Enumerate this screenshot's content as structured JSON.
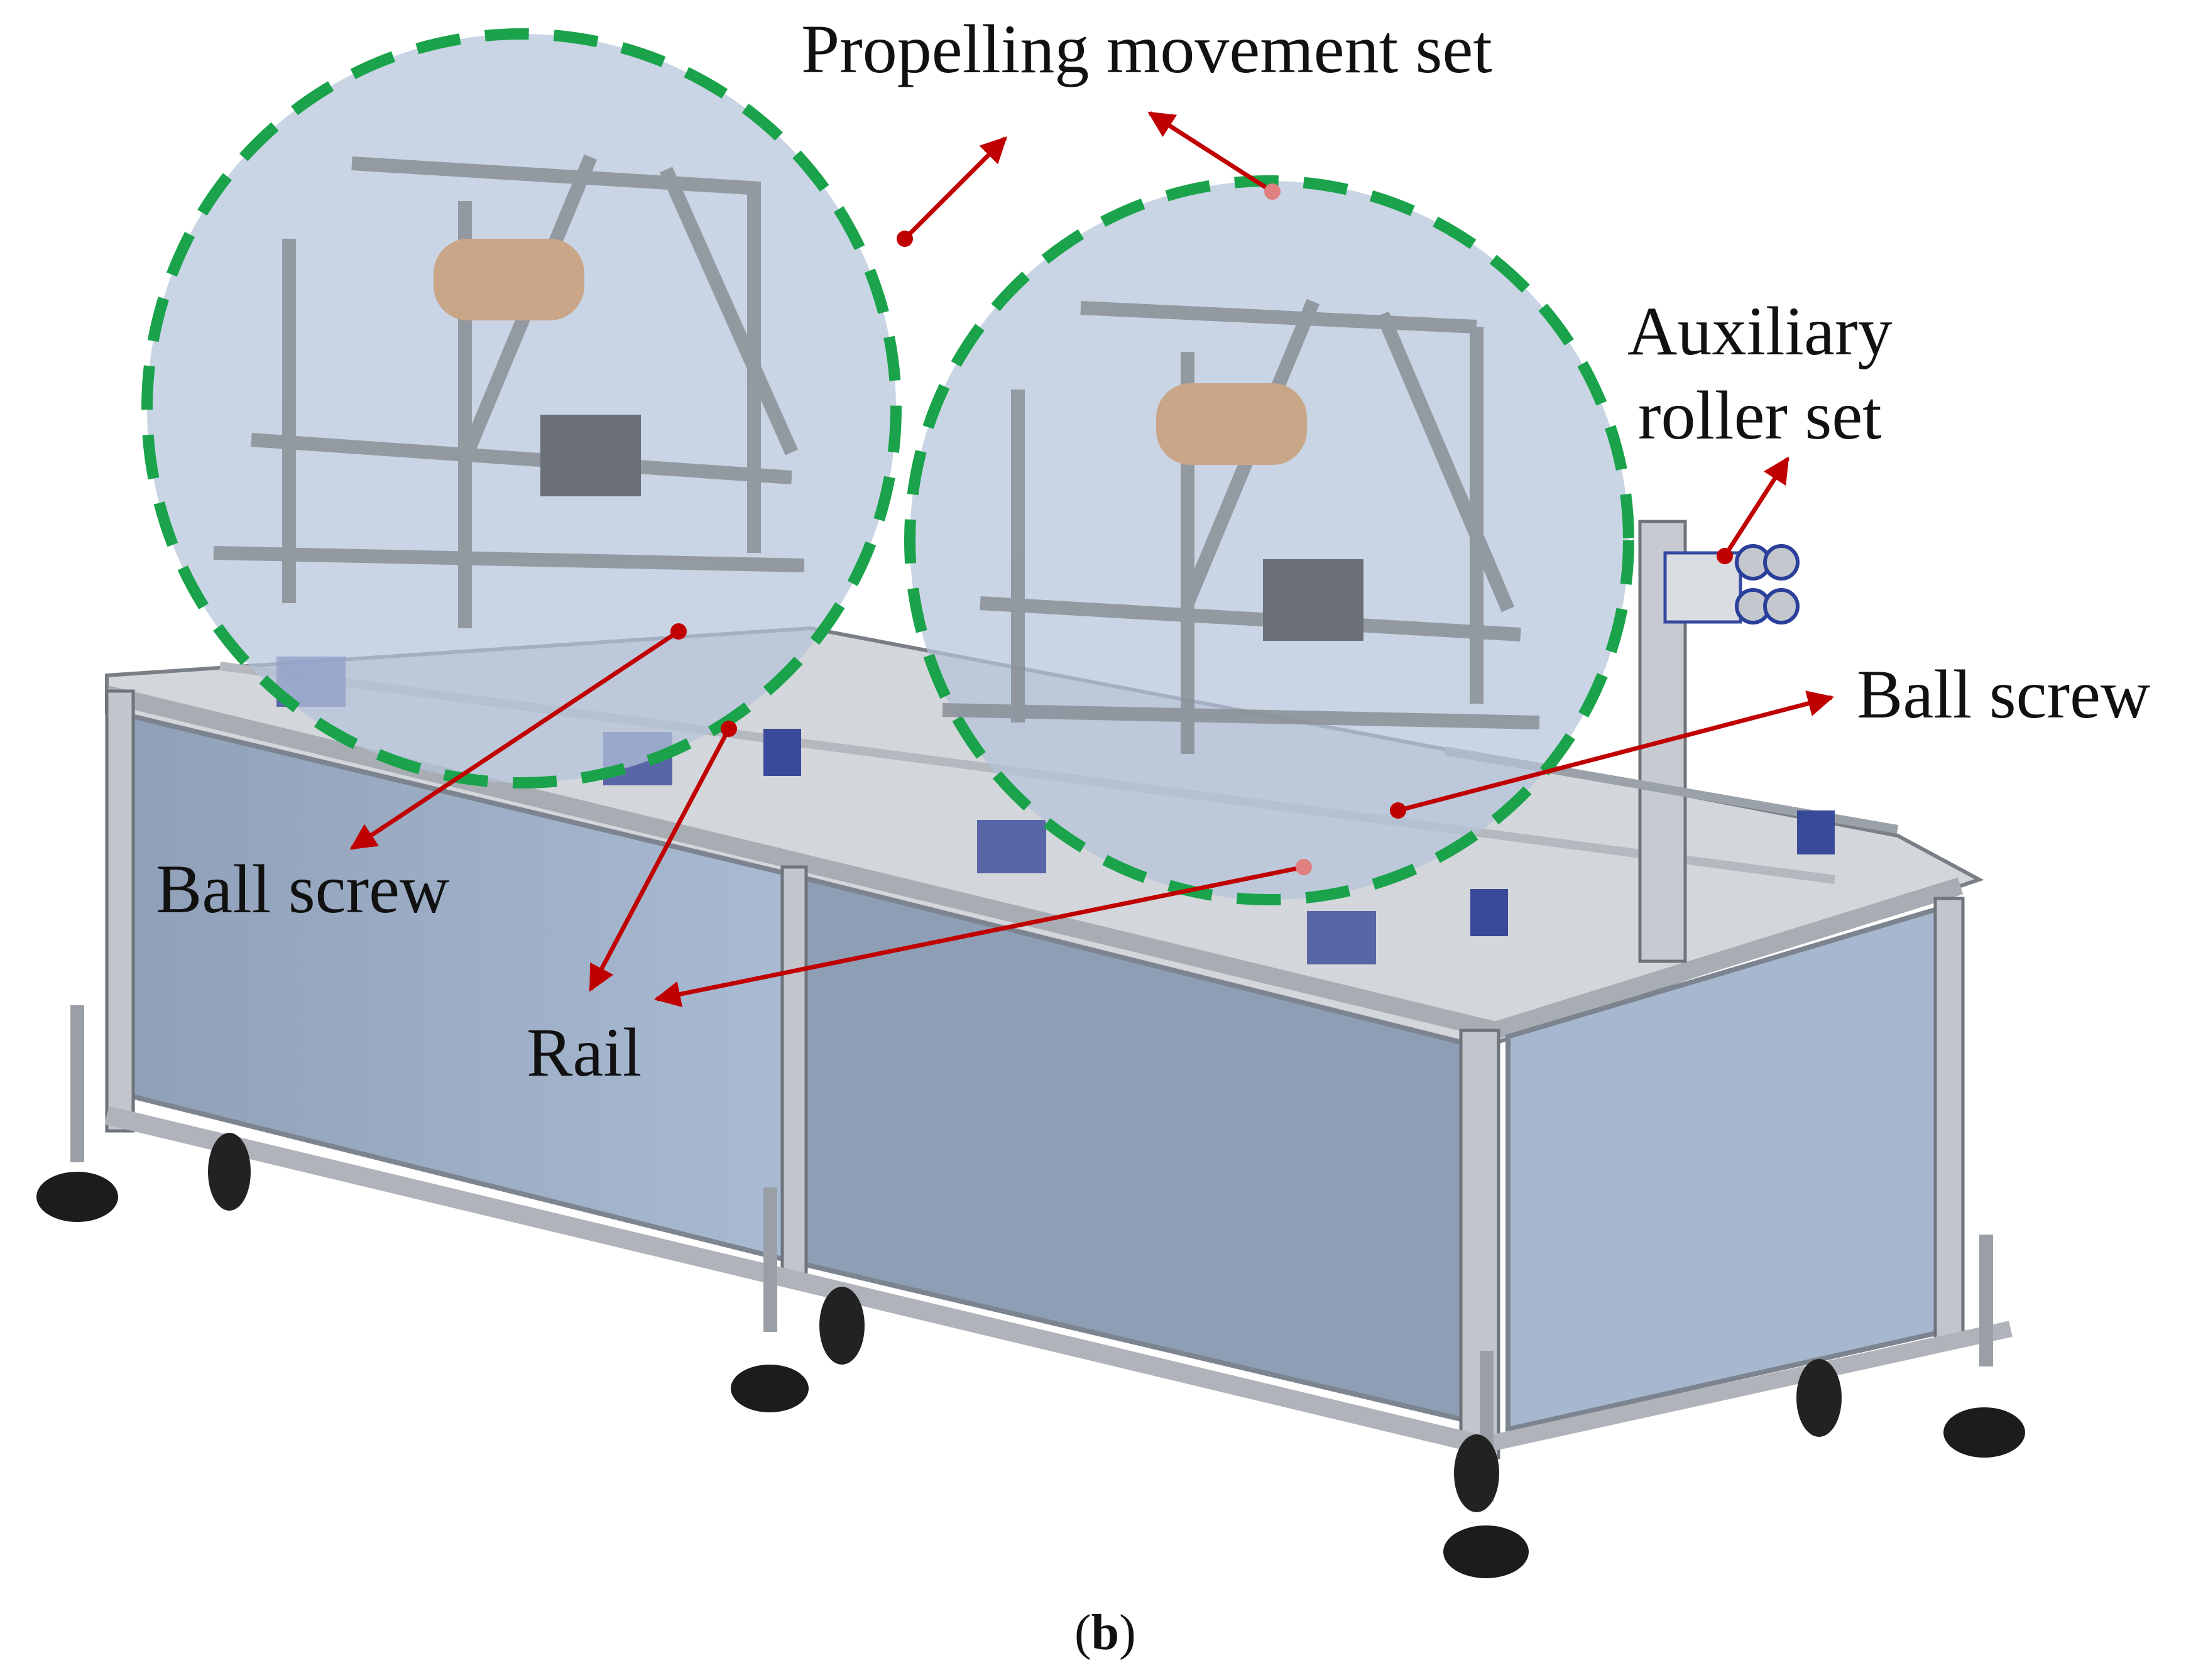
{
  "labels": {
    "propelling": "Propelling movement set",
    "aux_line1": "Auxiliary",
    "aux_line2": "roller set",
    "ball_screw_right": "Ball screw",
    "ball_screw_left": "Ball screw",
    "rail": "Rail",
    "caption_open": "(",
    "caption_letter": "b",
    "caption_close": ")"
  },
  "colors": {
    "arrow": "#c00000",
    "highlight_outline": "#1aa34a",
    "highlight_fill": "#b4c3d9",
    "panel": "#9db0cb",
    "frame": "#b8bcc2"
  }
}
